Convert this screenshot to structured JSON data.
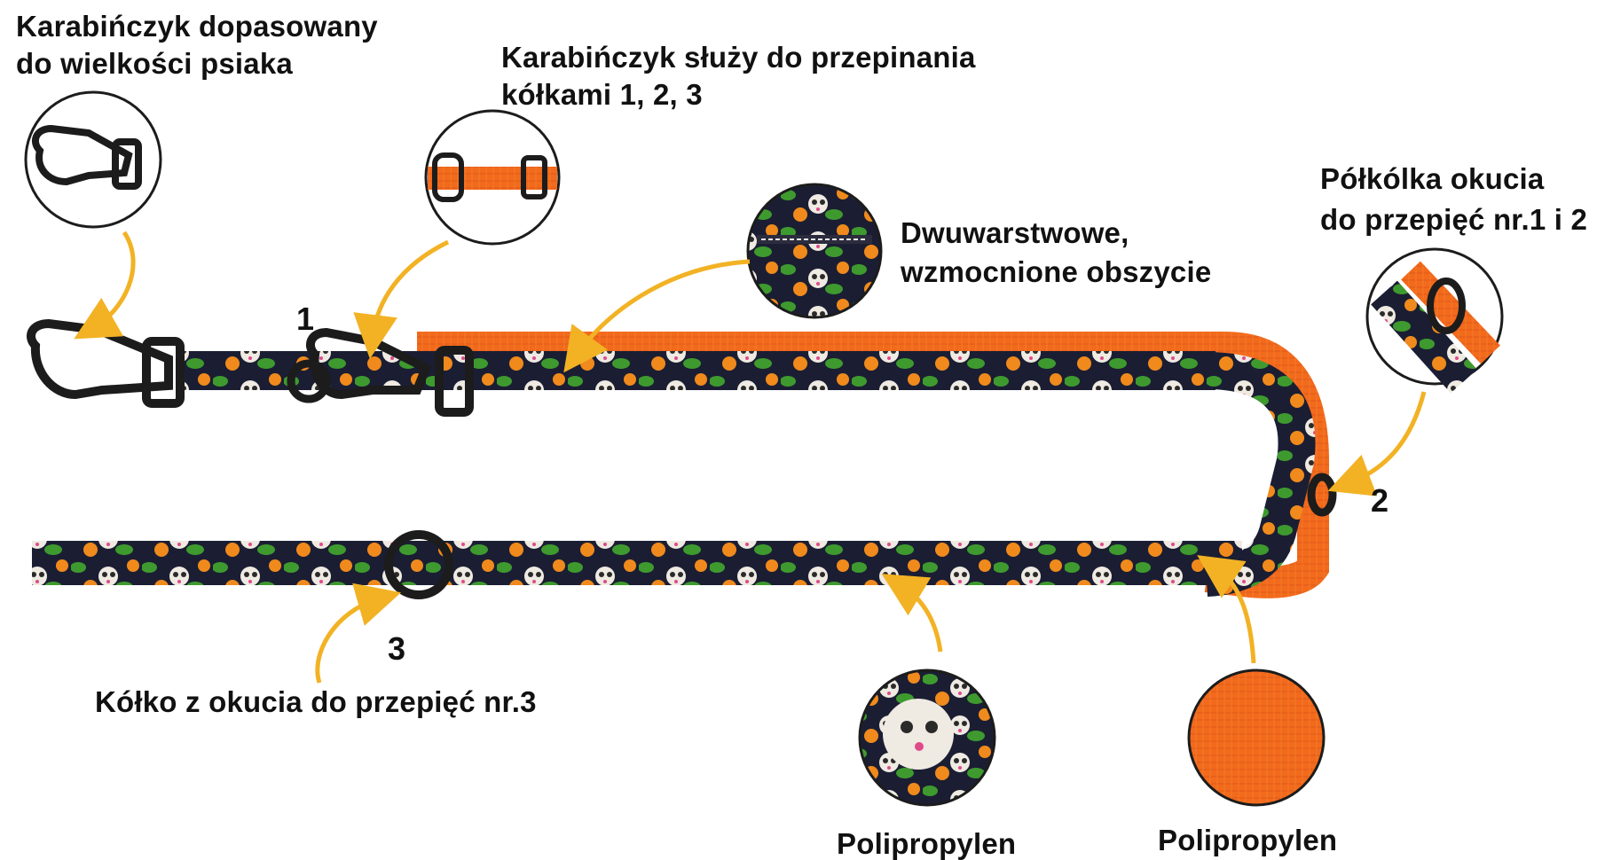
{
  "labels": {
    "carabiner_size_line1": "Karabińczyk dopasowany",
    "carabiner_size_line2": "do wielkości psiaka",
    "carabiner_rings_line1": "Karabińczyk służy do przepinania",
    "carabiner_rings_line2": "kółkami 1, 2, 3",
    "stitching_line1": "Dwuwarstwowe,",
    "stitching_line2": "wzmocnione obszycie",
    "half_rings_line1": "Półkólka okucia",
    "half_rings_line2": "do przepięć nr.1 i 2",
    "ring3_caption": "Kółko z okucia do przepięć nr.3",
    "material_pattern": "Polipropylen",
    "material_orange": "Polipropylen"
  },
  "markers": {
    "ring1": "1",
    "ring2": "2",
    "ring3": "3"
  },
  "colors": {
    "arrow": "#F2B224",
    "orange_webbing": "#F26A1B",
    "pattern_dark": "#1B1E33",
    "leaf_green": "#3E9A2E",
    "flower_orange": "#F08A1C",
    "hardware": "#1C1C1C"
  },
  "icons": {
    "hardware": "carabiner-icon",
    "ring": "o-ring-icon",
    "arrow": "curved-arrow-icon"
  }
}
